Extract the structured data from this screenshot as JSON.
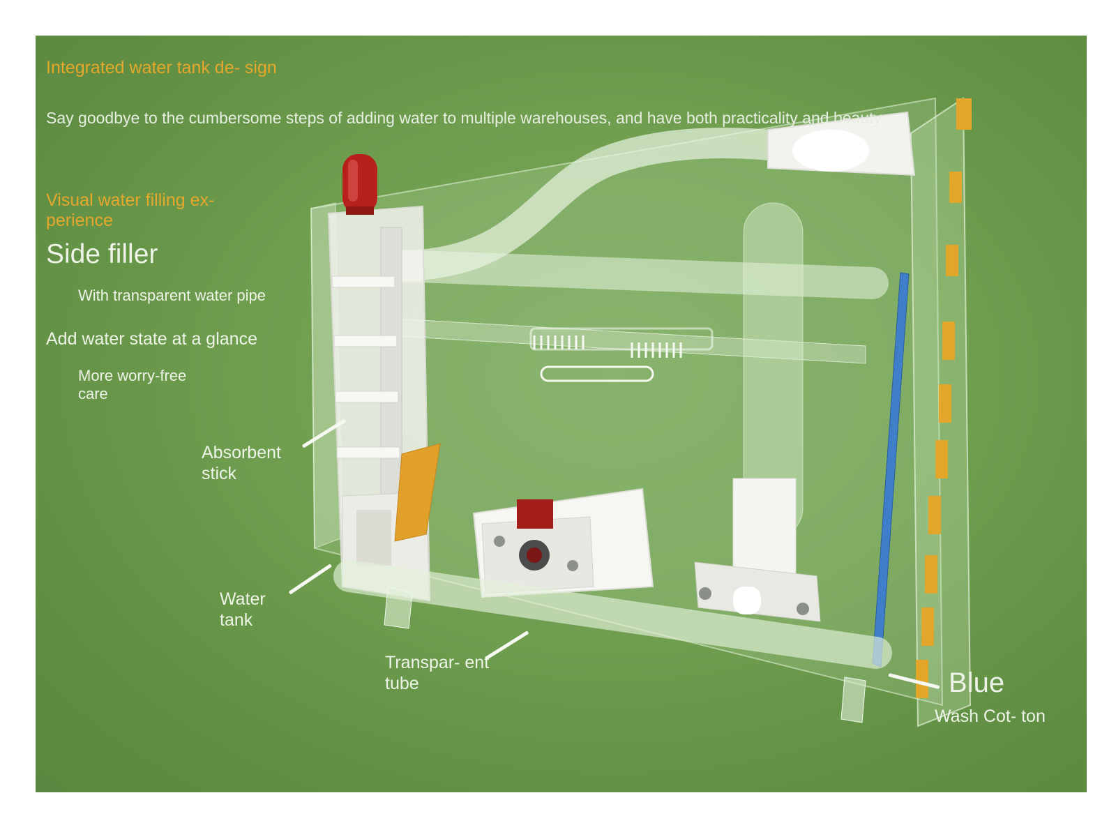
{
  "header": {
    "title": "Integrated water tank de- sign",
    "tagline": "Say goodbye to the cumbersome steps of adding water to multiple warehouses, and have both practicality and beauty."
  },
  "features": {
    "visual_title": "Visual water filling ex- perience",
    "side_filler": "Side filler",
    "transparent_pipe": "With transparent water pipe",
    "glance": "Add water state at a glance",
    "worry_free": "More worry-free care"
  },
  "callouts": {
    "absorbent_stick": "Absorbent stick",
    "water_tank": "Water tank",
    "transparent_tube": "Transpar- ent tube",
    "blue": "Blue",
    "wash_cotton": "Wash Cot- ton"
  },
  "colors": {
    "background_green": "#6f9e4f",
    "heading_orange": "#e6a72c",
    "accent_blue": "#3f7fc9",
    "cap_red": "#b8201c",
    "part_white": "#f2f2ee"
  }
}
